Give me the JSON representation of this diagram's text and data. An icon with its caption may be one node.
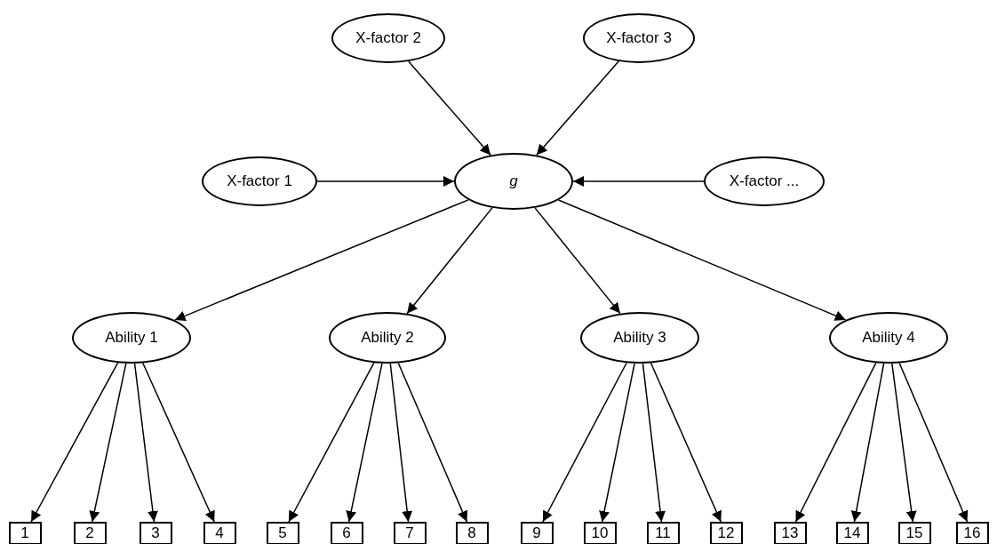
{
  "diagram": {
    "nodes": [
      {
        "text": [
          "X-factor 2"
        ]
      },
      {
        "text": [
          "X-factor 3"
        ]
      },
      {
        "text": [
          "X-factor 1"
        ]
      },
      {
        "text": [
          "g"
        ]
      },
      {
        "text": [
          "X-factor ..."
        ]
      },
      {
        "text": [
          "Ability 1"
        ]
      },
      {
        "text": [
          "Ability 2"
        ]
      },
      {
        "text": [
          "Ability 3"
        ]
      },
      {
        "text": [
          "Ability 4"
        ]
      },
      {
        "text": [
          "1"
        ]
      },
      {
        "text": [
          "2"
        ]
      },
      {
        "text": [
          "3"
        ]
      },
      {
        "text": [
          "4"
        ]
      },
      {
        "text": [
          "5"
        ]
      },
      {
        "text": [
          "6"
        ]
      },
      {
        "text": [
          "7"
        ]
      },
      {
        "text": [
          "8"
        ]
      },
      {
        "text": [
          "9"
        ]
      },
      {
        "text": [
          "10"
        ]
      },
      {
        "text": [
          "11"
        ]
      },
      {
        "text": [
          "12"
        ]
      },
      {
        "text": [
          "13"
        ]
      },
      {
        "text": [
          "14"
        ]
      },
      {
        "text": [
          "15"
        ]
      },
      {
        "text": [
          "16"
        ]
      }
    ],
    "edges": [
      {
        "from": 0,
        "to": 3,
        "arrow": "to"
      },
      {
        "from": 1,
        "to": 3,
        "arrow": "to"
      },
      {
        "from": 2,
        "to": 3,
        "arrow": "to"
      },
      {
        "from": 4,
        "to": 3,
        "arrow": "to"
      },
      {
        "from": 3,
        "to": 5,
        "arrow": "to"
      },
      {
        "from": 3,
        "to": 6,
        "arrow": "to"
      },
      {
        "from": 3,
        "to": 7,
        "arrow": "to"
      },
      {
        "from": 3,
        "to": 8,
        "arrow": "to"
      },
      {
        "from": 5,
        "to": 9,
        "arrow": "to"
      },
      {
        "from": 5,
        "to": 10,
        "arrow": "to"
      },
      {
        "from": 5,
        "to": 11,
        "arrow": "to"
      },
      {
        "from": 5,
        "to": 12,
        "arrow": "to"
      },
      {
        "from": 6,
        "to": 13,
        "arrow": "to"
      },
      {
        "from": 6,
        "to": 14,
        "arrow": "to"
      },
      {
        "from": 6,
        "to": 15,
        "arrow": "to"
      },
      {
        "from": 6,
        "to": 16,
        "arrow": "to"
      },
      {
        "from": 7,
        "to": 17,
        "arrow": "to"
      },
      {
        "from": 7,
        "to": 18,
        "arrow": "to"
      },
      {
        "from": 7,
        "to": 19,
        "arrow": "to"
      },
      {
        "from": 7,
        "to": 20,
        "arrow": "to"
      },
      {
        "from": 8,
        "to": 21,
        "arrow": "to"
      },
      {
        "from": 8,
        "to": 22,
        "arrow": "to"
      },
      {
        "from": 8,
        "to": 23,
        "arrow": "to"
      },
      {
        "from": 8,
        "to": 24,
        "arrow": "to"
      }
    ]
  }
}
